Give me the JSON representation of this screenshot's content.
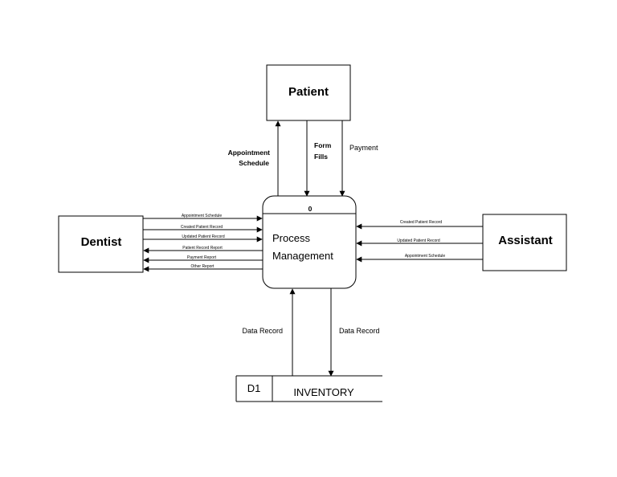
{
  "entities": {
    "patient": "Patient",
    "dentist": "Dentist",
    "assistant": "Assistant"
  },
  "process": {
    "number": "0",
    "name_line1": "Process",
    "name_line2": "Management"
  },
  "datastore": {
    "id": "D1",
    "name": "INVENTORY"
  },
  "flows": {
    "patient_out_line1": "Appointment",
    "patient_out_line2": "Schedule",
    "form_line1": "Form",
    "form_line2": "Fills",
    "payment": "Payment",
    "dentist": [
      "Appointment Schedule",
      "Created Patient Record",
      "Updated Patient Record",
      "Patient Record Report",
      "Payment Report",
      "Other Report"
    ],
    "assistant": [
      "Created Patient Record",
      "Updated Patient Record",
      "Appointment Schedule"
    ],
    "data_record_up": "Data Record",
    "data_record_down": "Data Record"
  }
}
